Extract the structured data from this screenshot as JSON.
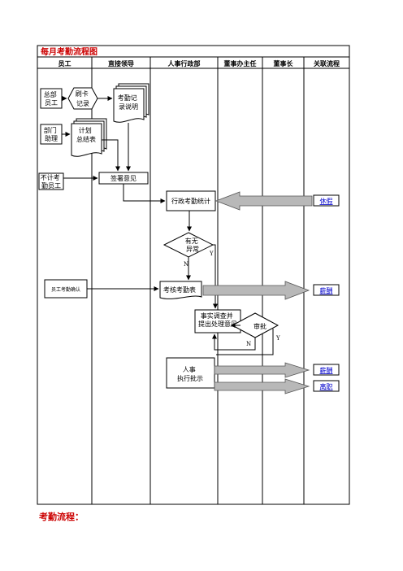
{
  "diagram": {
    "title": "每月考勤流程图",
    "columns": [
      "员工",
      "直接领导",
      "人事行政部",
      "董事办主任",
      "董事长",
      "关联流程"
    ],
    "nodes": {
      "hq_staff": "总部 员工",
      "card_swipe": "刷卡 记录",
      "attendance_note": "考勤记 录说明",
      "dept_assistant": "部门 助理",
      "plan_summary": "计划 总结表",
      "non_attendance_staff": "不计考 勤员工",
      "sign_opinion": "签署意见",
      "admin_stats": "行政考勤统计",
      "anomaly_question": "有无 异常",
      "review_table": "考核考勤表",
      "staff_confirm": "员工考勤确认",
      "investigate": "事实调查并 提出处理意见",
      "approval": "审批",
      "hr_execute": "人事 执行批示"
    },
    "branch_labels": {
      "anomaly_yes": "Y",
      "anomaly_no": "N",
      "approval_no": "N",
      "approval_yes": "Y"
    },
    "related_links": [
      "休假",
      "薪酬",
      "薪酬",
      "离职"
    ],
    "colors": {
      "title": "#cc0000",
      "link": "#0000cc",
      "fat_arrow": "#b8b8b8"
    }
  },
  "footer": {
    "text": "考勤流程："
  }
}
